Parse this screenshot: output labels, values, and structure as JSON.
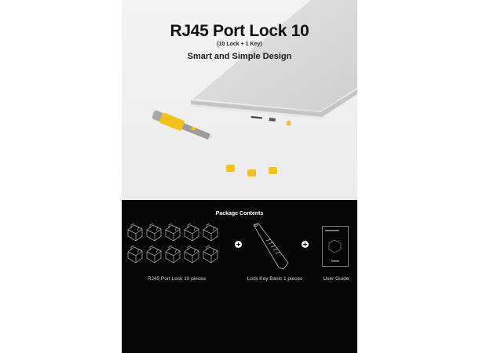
{
  "hero": {
    "title": "RJ45 Port Lock 10",
    "subtitle": "(10 Lock + 1 Key)",
    "tagline": "Smart and Simple Design",
    "accent_color": "#f2c21b"
  },
  "package": {
    "title": "Package Contents",
    "items": [
      {
        "label": "RJ45 Port Lock 10 pieces",
        "icon": "rj45-lock-icon",
        "count": 10
      },
      {
        "label": "Lock Key Basic 1 pieces",
        "icon": "lock-key-icon",
        "count": 1
      },
      {
        "label": "User Guide",
        "icon": "user-guide-icon",
        "count": 1
      }
    ],
    "separator_icon": "plus-icon"
  }
}
